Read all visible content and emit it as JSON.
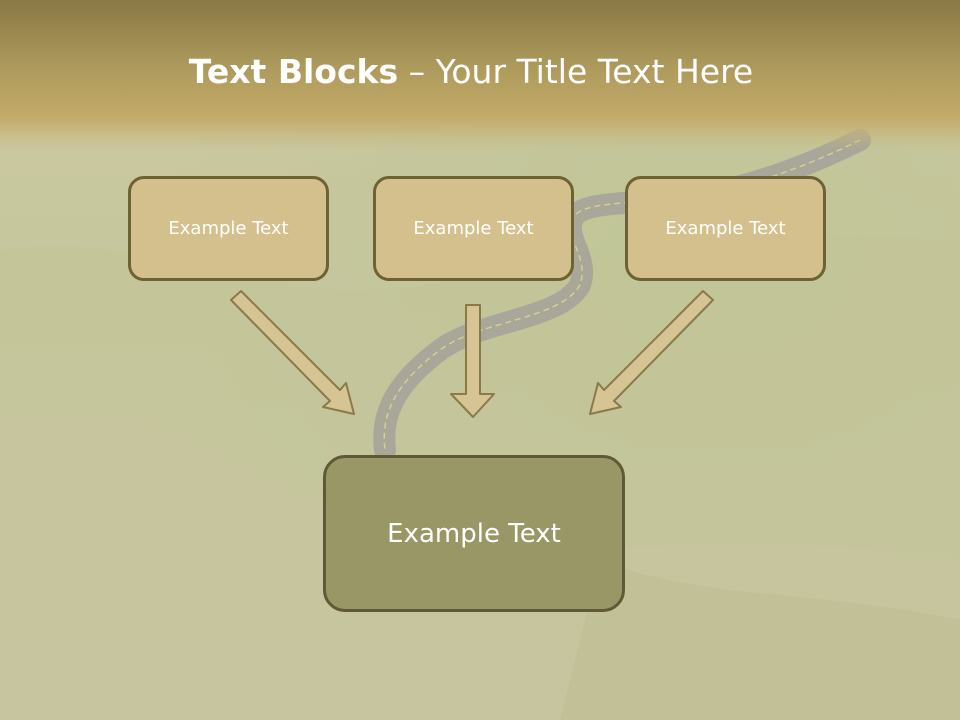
{
  "title": {
    "bold": "Text Blocks",
    "rest": " – Your Title Text Here"
  },
  "boxes": {
    "top": [
      "Example Text",
      "Example Text",
      "Example Text"
    ],
    "bottom": "Example Text"
  },
  "colors": {
    "title_bar": "#b8a160",
    "top_box_fill": "#d4c08d",
    "top_box_border": "#6d6232",
    "bottom_box_fill": "#9a9766",
    "arrow_fill": "#d6c494",
    "arrow_stroke": "#8a7a4a"
  },
  "background": {
    "scene": "landscape with winding road through green hills"
  }
}
